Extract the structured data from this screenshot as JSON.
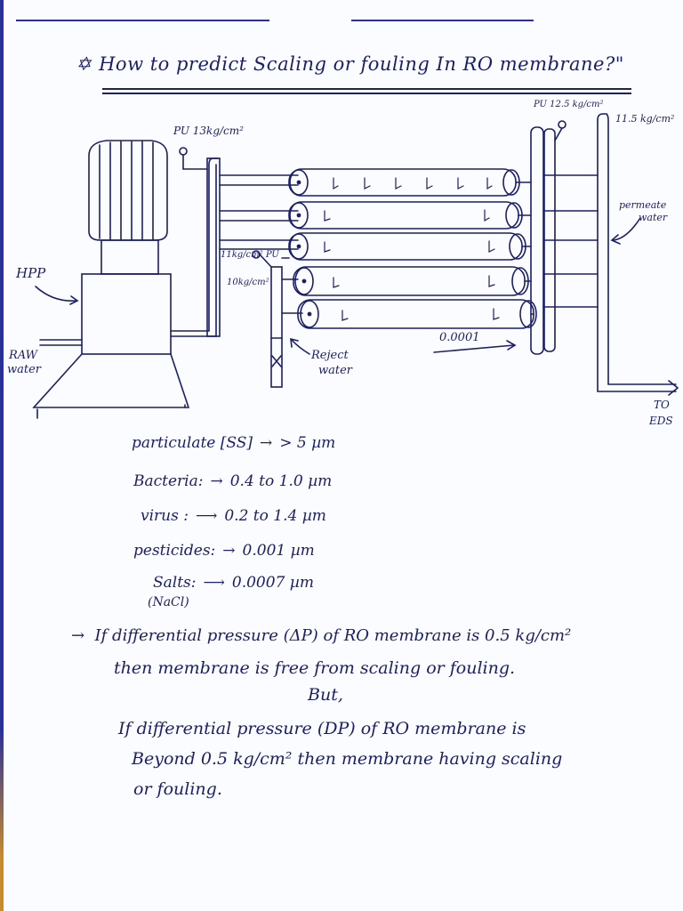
{
  "page": {
    "title": "How to predict Scaling or fouling In RO membrane?\"",
    "title_mark": "✡"
  },
  "diagram": {
    "hpp_label": "HPP",
    "raw_water_label_1": "RAW",
    "raw_water_label_2": "water",
    "pressure_in_label": "PU 13kg/cm²",
    "mid_pressure_label_1": "11kg/cm² PU",
    "mid_pressure_label_2": "10kg/cm²",
    "reject_label_1": "Reject",
    "reject_label_2": "water",
    "permeate_pressure_label": "PU 12.5 kg/cm²",
    "outlet_pressure_label": "11.5 kg/cm²",
    "permeate_label_1": "permeate",
    "permeate_label_2": "water",
    "membrane_size_label": "0.0001",
    "to_label": "TO",
    "eds_label": "EDS"
  },
  "sizes": [
    {
      "name": "particulate [SS]",
      "arrow": "→",
      "value": "> 5 µm"
    },
    {
      "name": "Bacteria:",
      "arrow": "→",
      "value": "0.4 to 1.0 µm"
    },
    {
      "name": "virus :",
      "arrow": "⟶",
      "value": "0.2 to 1.4 µm"
    },
    {
      "name": "pesticides:",
      "arrow": "→",
      "value": "0.001 µm"
    },
    {
      "name": "Salts:",
      "arrow": "⟶",
      "value": "0.0007 µm"
    }
  ],
  "salt_formula": "(NaCl)",
  "notes": {
    "arrow": "→",
    "line1": "If differential pressure (ΔP) of RO membrane is 0.5 kg/cm²",
    "line2": "then membrane is free from scaling or fouling.",
    "but": "But,",
    "line3": "If differential pressure (DP) of RO membrane is",
    "line4": "Beyond 0.5 kg/cm² then membrane having scaling",
    "line5": "or fouling."
  },
  "colors": {
    "ink": "#1a1f66",
    "edge": "#2a2f9a",
    "paper": "#fbfcff"
  }
}
